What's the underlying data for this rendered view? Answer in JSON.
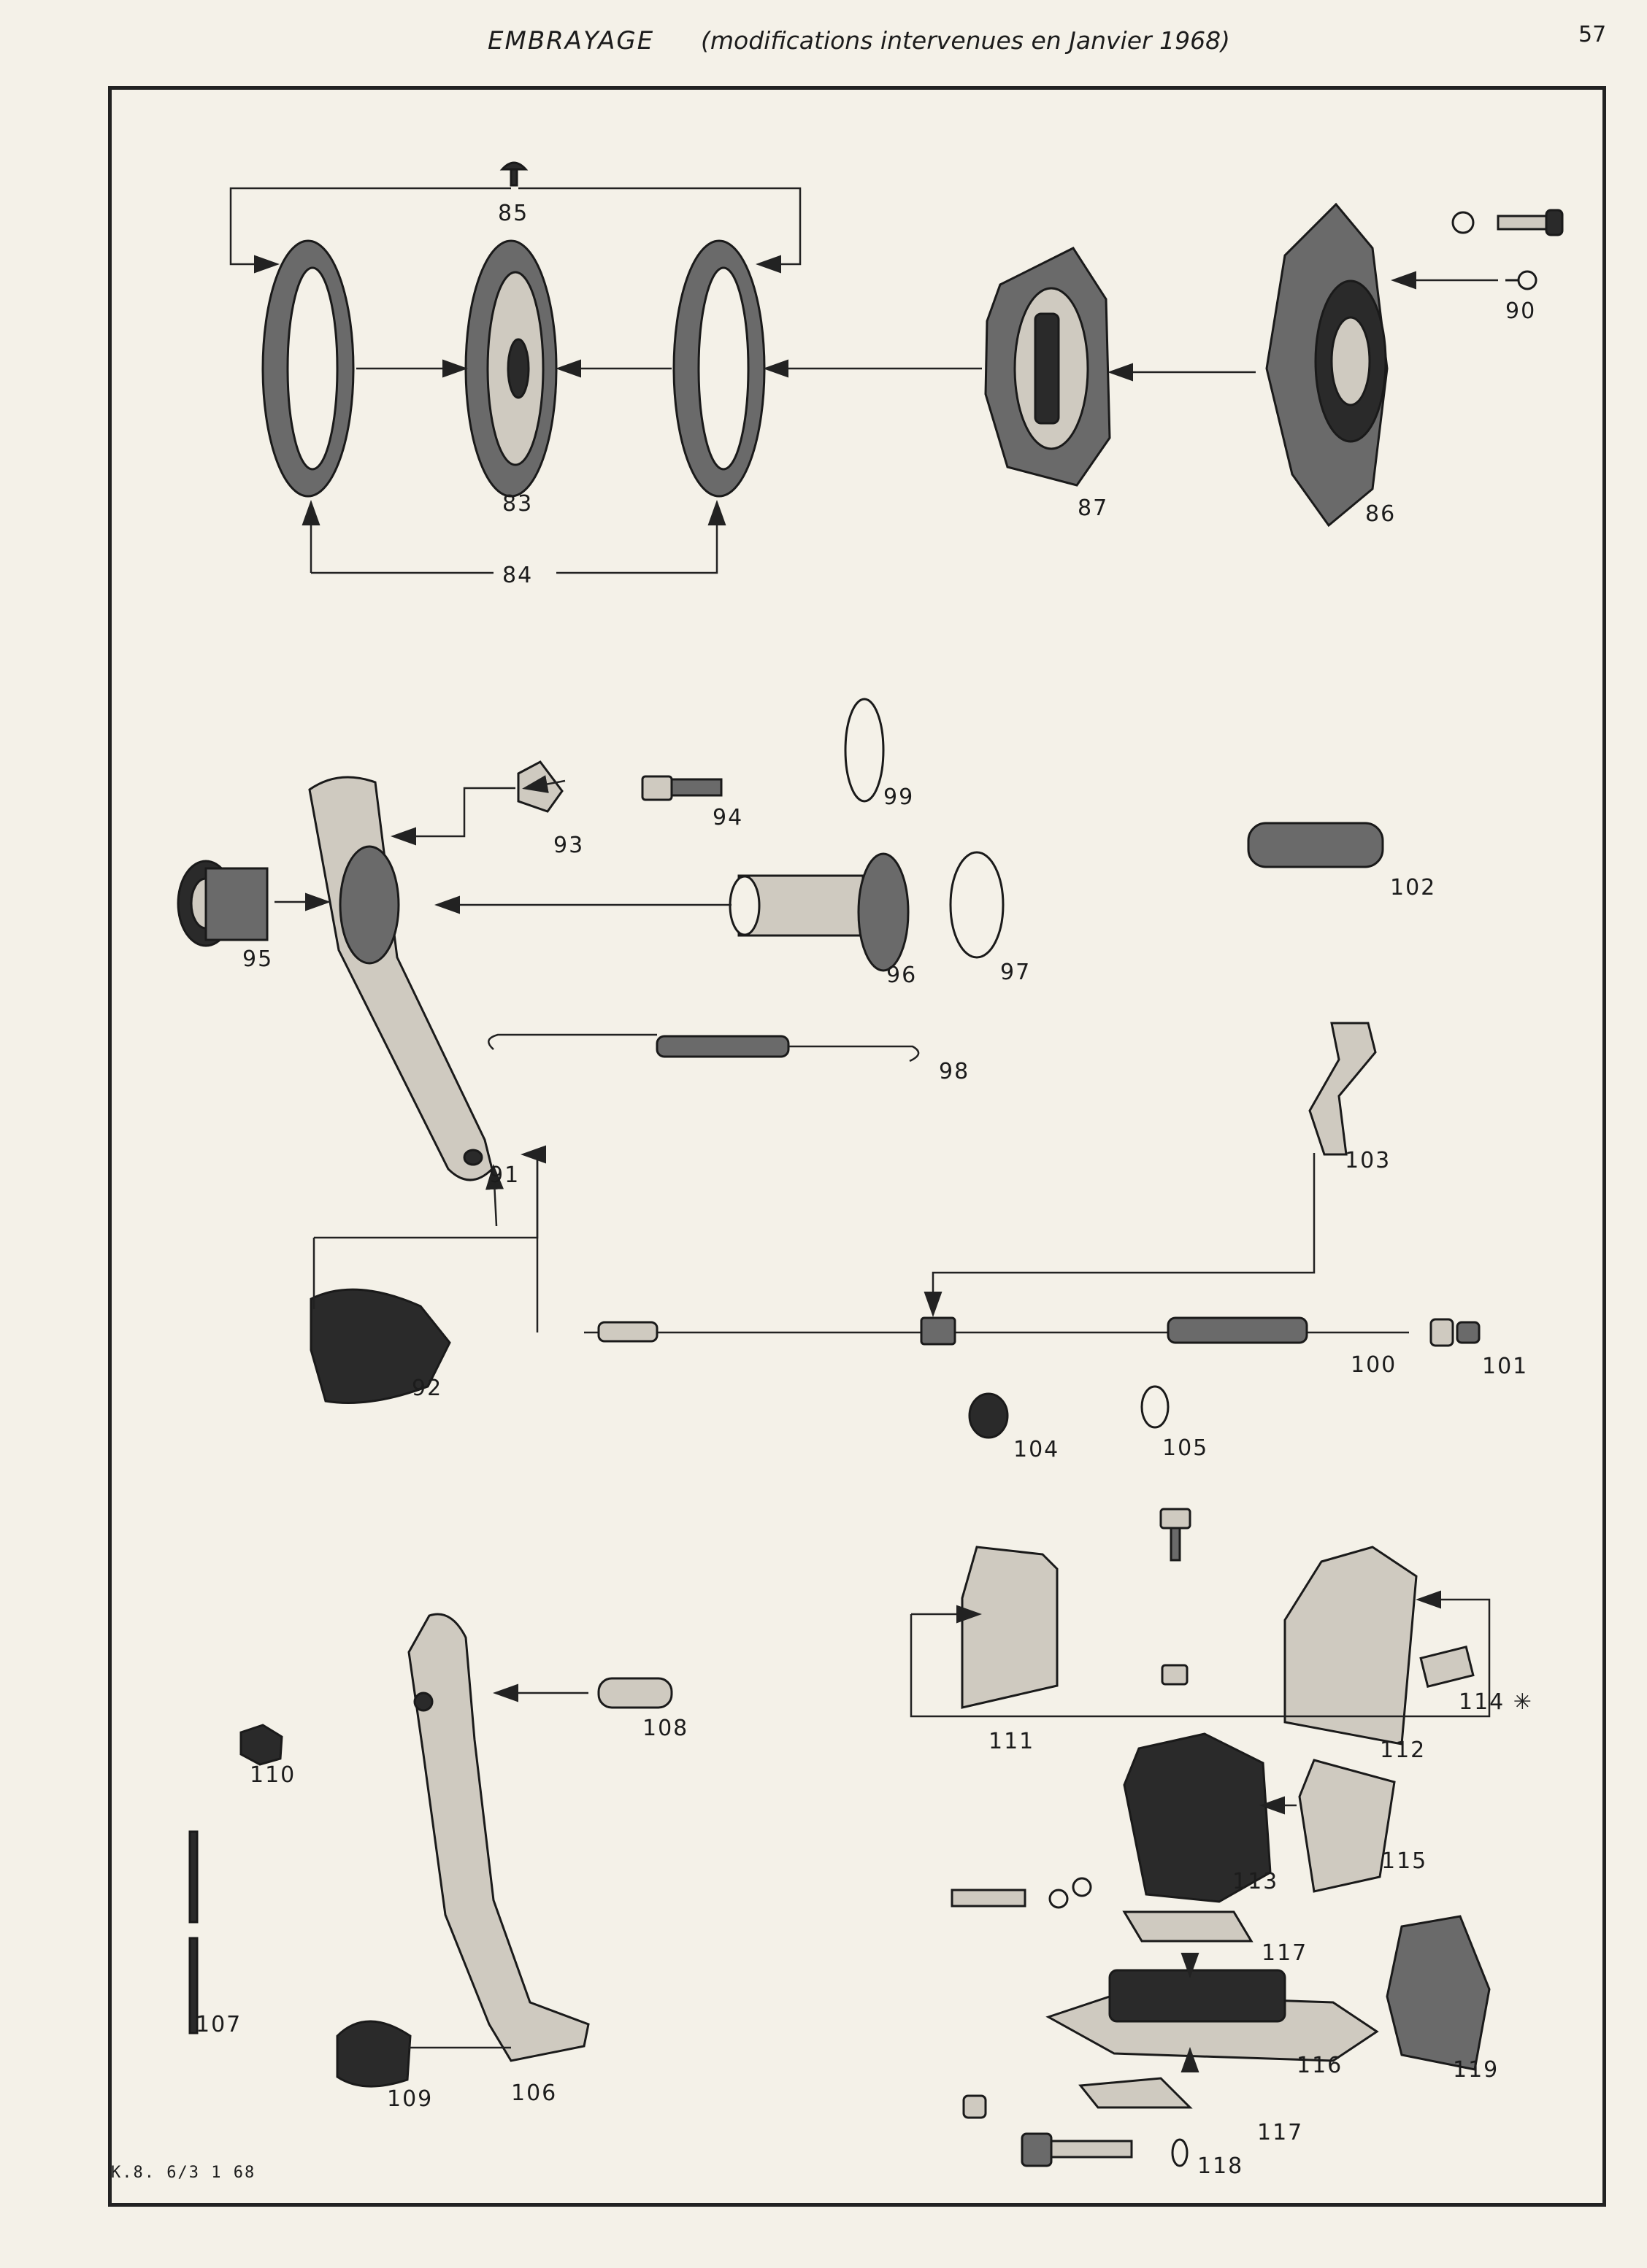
{
  "header": {
    "title": "EMBRAYAGE",
    "subtitle": "(modifications intervenues en Janvier 1968)",
    "page_number": "57"
  },
  "footer": {
    "reference": "K.8. 6/3 1 68"
  },
  "callouts": {
    "p83": "83",
    "p84": "84",
    "p85": "85",
    "p86": "86",
    "p87": "87",
    "p90": "90",
    "p91": "91",
    "p92": "92",
    "p93": "93",
    "p94": "94",
    "p95": "95",
    "p96": "96",
    "p97": "97",
    "p98": "98",
    "p99": "99",
    "p100": "100",
    "p101": "101",
    "p102": "102",
    "p103": "103",
    "p104": "104",
    "p105": "105",
    "p106": "106",
    "p107": "107",
    "p108": "108",
    "p109": "109",
    "p110": "110",
    "p111": "111",
    "p112": "112",
    "p113": "113",
    "p114": "114 ✳",
    "p115": "115",
    "p116": "116",
    "p117a": "117",
    "p117b": "117",
    "p118": "118",
    "p119": "119"
  }
}
